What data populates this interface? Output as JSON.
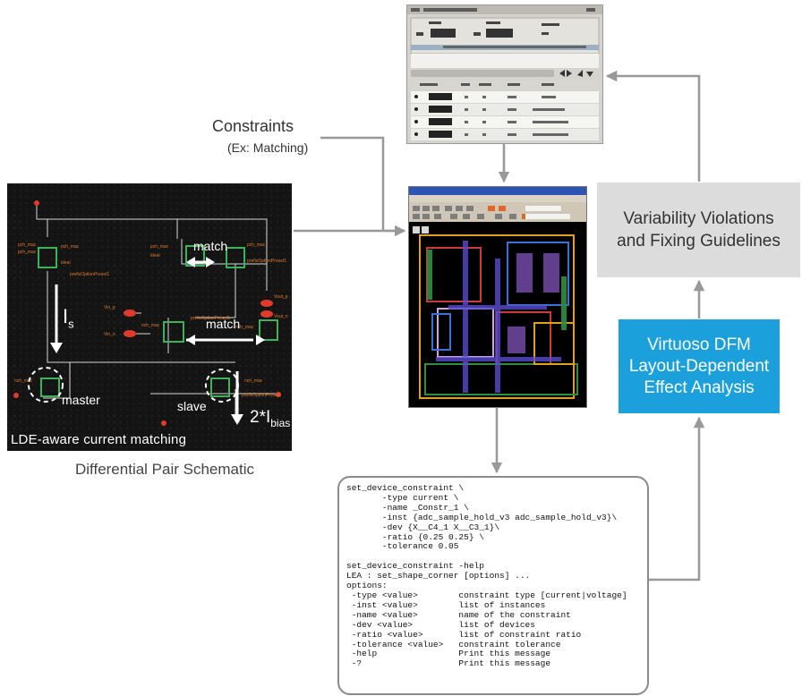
{
  "constraints": {
    "title": "Constraints",
    "subtitle": "(Ex: Matching)"
  },
  "schematic": {
    "caption": "Differential Pair Schematic",
    "banner": "LDE-aware current matching",
    "match_top": "match",
    "match_mid": "match",
    "is_label": "I",
    "is_sub": "s",
    "master": "master",
    "slave": "slave",
    "bias_label": "2*I",
    "bias_sub": "bias"
  },
  "variability_box": {
    "line1": "Variability Violations",
    "line2": "and Fixing Guidelines"
  },
  "dfm_box": {
    "line1": "Virtuoso DFM",
    "line2": "Layout-Dependent",
    "line3": "Effect Analysis"
  },
  "terminal": {
    "text": "set_device_constraint \\\n       -type current \\\n       -name _Constr_1 \\\n       -inst {adc_sample_hold_v3 adc_sample_hold_v3}\\\n       -dev {X__C4_1 X__C3_1}\\\n       -ratio {0.25 0.25} \\\n       -tolerance 0.05\n\nset_device_constraint -help\nLEA : set_shape_corner [options] ...\noptions:\n -type <value>        constraint type [current|voltage]\n -inst <value>        list of instances\n -name <value>        name of the constraint\n -dev <value>         list of devices\n -ratio <value>       list of constraint ratio\n -tolerance <value>   constraint tolerance\n -help                Print this message\n -?                   Print this message"
  },
  "colors": {
    "dfm_blue": "#1ba0dc",
    "gray_box": "#dcdcdc",
    "connector": "#999999",
    "schematic_bg": "#141414"
  }
}
